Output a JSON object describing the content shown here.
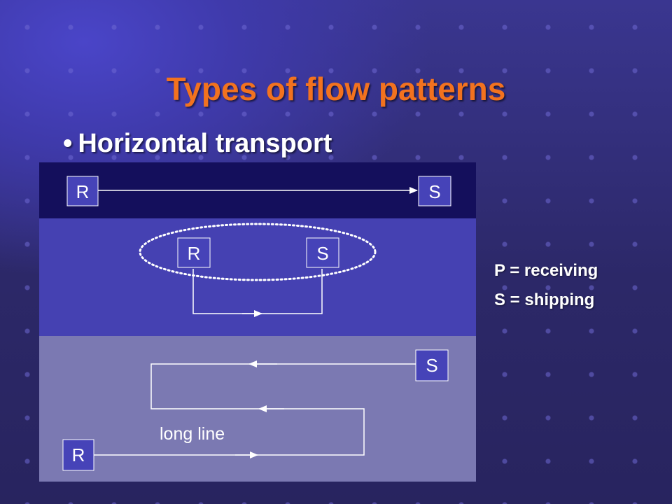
{
  "slide": {
    "title": "Types of flow patterns",
    "bullet": "Horizontal transport"
  },
  "diagram": {
    "row1": {
      "receiving_label": "R",
      "shipping_label": "S"
    },
    "row2": {
      "receiving_label": "R",
      "shipping_label": "S"
    },
    "row3": {
      "receiving_label": "R",
      "shipping_label": "S",
      "line_label": "long line"
    }
  },
  "legend": {
    "line1": "P = receiving",
    "line2": "S = shipping"
  },
  "colors": {
    "title": "#f2721f",
    "band_dark": "#140f5c",
    "band_mid": "#4541b2",
    "band_light": "#7b79b2",
    "box_fill": "#4643b8"
  }
}
